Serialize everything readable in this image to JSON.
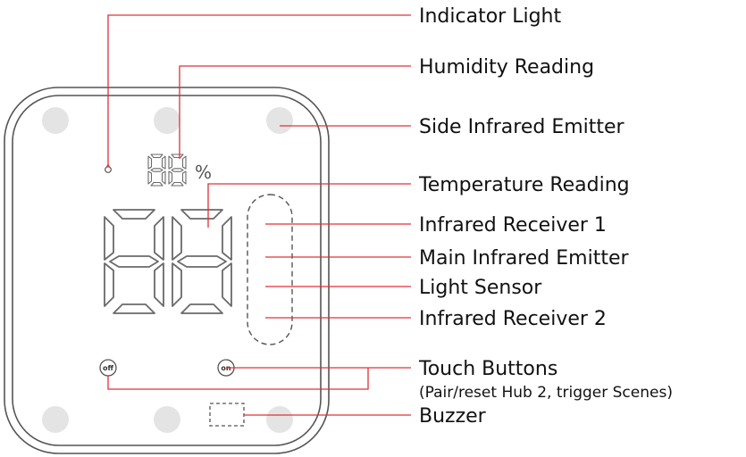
{
  "labels": {
    "indicator_light": "Indicator Light",
    "humidity_reading": "Humidity Reading",
    "side_ir_emitter": "Side Infrared Emitter",
    "temperature_reading": "Temperature Reading",
    "ir_receiver_1": "Infrared Receiver 1",
    "main_ir_emitter": "Main Infrared Emitter",
    "light_sensor": "Light Sensor",
    "ir_receiver_2": "Infrared Receiver 2",
    "touch_buttons": "Touch Buttons",
    "touch_buttons_note": "(Pair/reset Hub 2, trigger Scenes)",
    "buzzer": "Buzzer"
  },
  "device": {
    "humidity_digits": "88",
    "humidity_unit": "%",
    "temperature_digits": "88",
    "button_off": "off",
    "button_on": "on"
  },
  "colors": {
    "leader": "#e0303a",
    "outline": "#6a6a6a",
    "pad": "#e4e4e4"
  }
}
